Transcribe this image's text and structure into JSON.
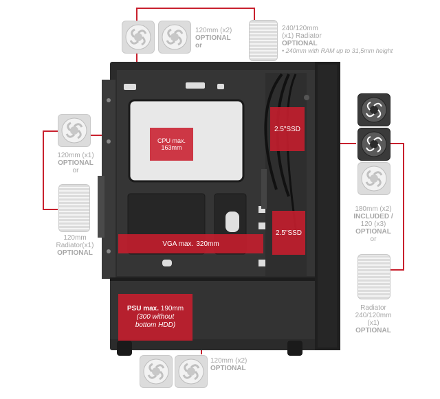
{
  "top": {
    "fans_size": "120mm (x2)",
    "fans_optional": "OPTIONAL",
    "fans_or": "or",
    "radiator_size": "240/120mm",
    "radiator_count": "(x1) Radiator",
    "radiator_optional": "OPTIONAL",
    "radiator_note": "• 240mm with RAM up to 31,5mm height"
  },
  "left": {
    "fan_size": "120mm (x1)",
    "fan_optional": "OPTIONAL",
    "fan_or": "or",
    "radiator_size": "120mm",
    "radiator_count": "Radiator(x1)",
    "radiator_optional": "OPTIONAL"
  },
  "right": {
    "fans_size": "180mm (x2)",
    "fans_included": "INCLUDED /",
    "fans_alt": "120 (x3)",
    "fans_optional": "OPTIONAL",
    "fans_or": "or",
    "radiator_label": "Radiator",
    "radiator_size": "240/120mm",
    "radiator_count": "(x1)",
    "radiator_optional": "OPTIONAL"
  },
  "bottom": {
    "fans_size": "120mm (x2)",
    "fans_optional": "OPTIONAL"
  },
  "case": {
    "cpu_label": "CPU max.",
    "cpu_value": "163mm",
    "ssd_top": "2.5\"SSD",
    "ssd_bottom": "2.5\"SSD",
    "vga_label": "VGA max.",
    "vga_value": "320mm",
    "psu_label": "PSU max.",
    "psu_value": "190mm",
    "psu_note_1": "(300 without",
    "psu_note_2": "bottom HDD)"
  },
  "colors": {
    "accent_red": "#c8202d",
    "case_body": "#2b2b2b",
    "fan_light": "#dcdcdc",
    "fan_dark": "#3a3a3a",
    "label_gray": "#a7a7a7"
  },
  "icons": [
    "fan-icon",
    "radiator-icon"
  ]
}
